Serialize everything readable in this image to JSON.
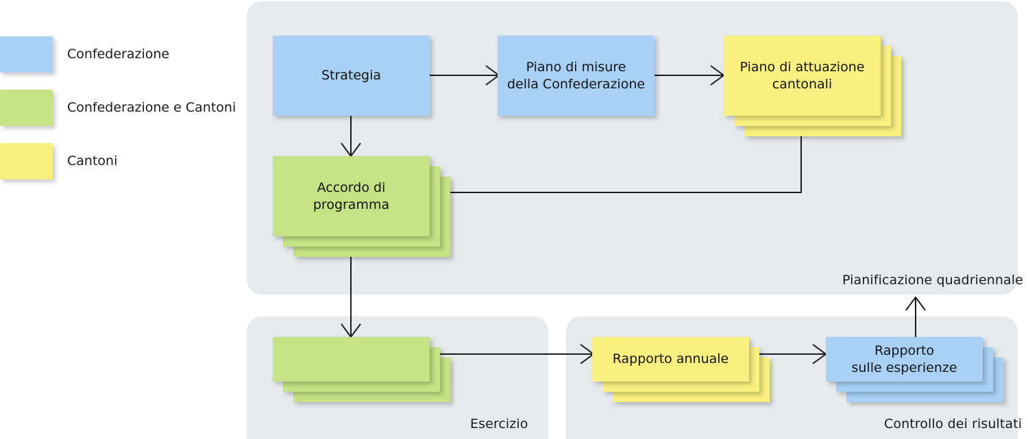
{
  "legend": {
    "items": [
      {
        "label": "Confederazione",
        "color": "#a9d1f5",
        "swatch_name": "legend-swatch-confederazione"
      },
      {
        "label": "Confederazione e Cantoni",
        "color": "#c5e384",
        "swatch_name": "legend-swatch-confederazione-e-cantoni"
      },
      {
        "label": "Cantoni",
        "color": "#faf080",
        "swatch_name": "legend-swatch-cantoni"
      }
    ]
  },
  "phases": [
    {
      "key": "planning",
      "label": "Pianificazione quadriennale"
    },
    {
      "key": "execution",
      "label": "Esercizio"
    },
    {
      "key": "controlling",
      "label": "Controllo dei risultati"
    }
  ],
  "nodes": {
    "strategia": {
      "label": "Strategia",
      "color": "#a9d1f5",
      "stacked": false
    },
    "piano_misure": {
      "label": "Piano di misure\ndella Confederazione",
      "color": "#a9d1f5",
      "stacked": false
    },
    "piano_attuazione": {
      "label": "Piano di attuazione\ncantonali",
      "color": "#faf080",
      "stacked": true
    },
    "accordo_programma": {
      "label": "Accordo di\nprogramma",
      "color": "#c5e384",
      "stacked": true
    },
    "esercizio_stack": {
      "label": "",
      "color": "#c5e384",
      "stacked": true
    },
    "rapporto_annuale": {
      "label": "Rapporto annuale",
      "color": "#faf080",
      "stacked": true
    },
    "rapporto_esperienze": {
      "label": "Rapporto\nsulle esperienze",
      "color": "#a9d1f5",
      "stacked": true
    }
  },
  "colors": {
    "panel_background": "#e6eaed",
    "page_background": "#ffffff",
    "connector": "#1b1b1b",
    "blue": "#a9d1f5",
    "green": "#c5e384",
    "yellow": "#faf080"
  }
}
